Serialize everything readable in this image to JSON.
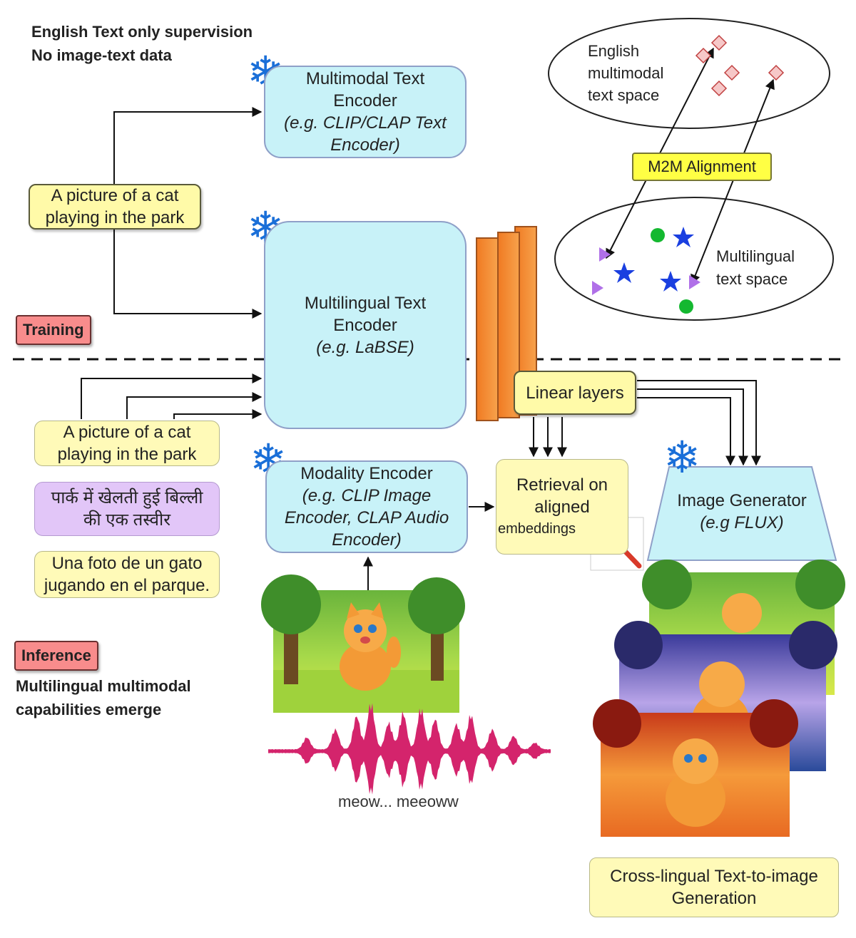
{
  "training_note": {
    "line1": "English Text only supervision",
    "line2": "No image-text data"
  },
  "tags": {
    "training": "Training",
    "inference": "Inference"
  },
  "inference_note": {
    "line1": "Multilingual multimodal",
    "line2": "capabilities emerge"
  },
  "multimodal_encoder": {
    "line1": "Multimodal Text",
    "line2": "Encoder",
    "line3": "(e.g. CLIP/CLAP Text",
    "line4": "Encoder)"
  },
  "multilingual_encoder": {
    "line1": "Multilingual Text",
    "line2": "Encoder",
    "line3": "(e.g. LaBSE)"
  },
  "modality_encoder": {
    "line1": "Modality Encoder",
    "line2": "(e.g. CLIP Image",
    "line3": "Encoder, CLAP Audio",
    "line4": "Encoder)"
  },
  "captions": {
    "train": {
      "line1": "A picture of a cat",
      "line2": "playing in the park"
    },
    "english": {
      "line1": "A picture of a cat",
      "line2": "playing in the park"
    },
    "hindi": {
      "line1": "पार्क में खेलती हुई बिल्ली",
      "line2": "की एक तस्वीर"
    },
    "spanish": {
      "line1": "Una foto de un gato",
      "line2": "jugando en el parque."
    }
  },
  "linear_layers": "Linear layers",
  "retrieval": {
    "line1": "Retrieval on",
    "line2": "aligned",
    "line3": "embeddings"
  },
  "image_generator": {
    "line1": "Image Generator",
    "line2": "(e.g FLUX)"
  },
  "m2m_alignment": "M2M Alignment",
  "english_space": {
    "line1": "English",
    "line2": "multimodal",
    "line3": "text space"
  },
  "multilingual_space": {
    "line1": "Multilingual",
    "line2": "text space"
  },
  "audio_caption": "meow... meeoww",
  "cross_lingual": {
    "line1": "Cross-lingual Text-to-image",
    "line2": "Generation"
  },
  "icons": {
    "snowflake": "snowflake-icon",
    "magnifier": "magnifying-glass-icon",
    "star": "star-icon",
    "diamond": "diamond-icon",
    "triangle": "triangle-icon",
    "dot": "circle-icon"
  },
  "colors": {
    "encoder_fill": "#c8f2f8",
    "caption_fill": "#fffab8",
    "hindi_fill": "#e2c6f8",
    "tag_fill": "#f88c8c",
    "alignment_fill": "#ffff44",
    "linear_block_fill": "#f5943a",
    "snowflake": "#1a6fd8",
    "star": "#1a3fe0",
    "dot": "#14b830",
    "triangle": "#b070e8",
    "diamond": "#f6c8c8",
    "waveform": "#d4246c"
  }
}
